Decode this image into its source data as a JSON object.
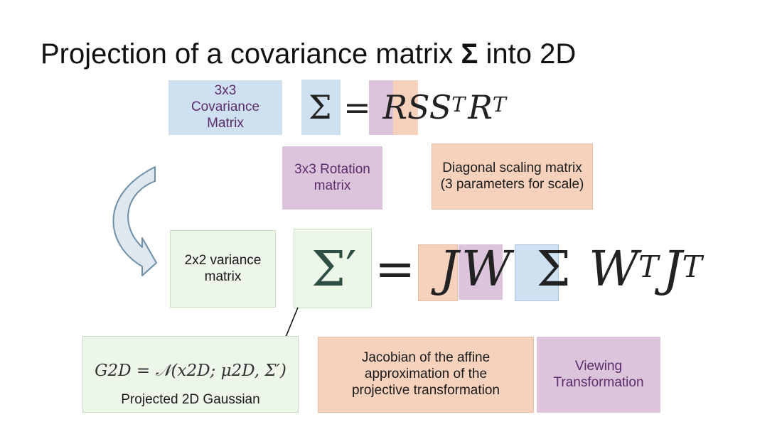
{
  "title": {
    "prefix": "Projection of a covariance matrix ",
    "symbol": "Σ",
    "suffix": " into 2D"
  },
  "labels": {
    "covariance_3x3": "3x3 Covariance Matrix",
    "rotation_3x3": "3x3 Rotation matrix",
    "diagonal_scaling": "Diagonal scaling matrix (3 parameters for scale)",
    "variance_2x2": "2x2 variance matrix",
    "projected_gaussian": "Projected 2D Gaussian",
    "jacobian": "Jacobian of the affine approximation of the projective transformation",
    "viewing": "Viewing Transformation"
  },
  "equation1": {
    "sigma": "Σ",
    "equals": "=",
    "r": "R",
    "s": "S",
    "s2": "S",
    "t": "T",
    "rt": "R"
  },
  "equation2": {
    "sigma_prime": "Σ′",
    "equals": "=",
    "j": "J",
    "w": "W",
    "sigma": "Σ",
    "wt": "W",
    "t1": "T",
    "jt": "J",
    "t2": "T"
  },
  "gaussian_formula": "G2D = 𝒩(x2D; μ2D, Σ′)",
  "colors": {
    "blue": "#cfe0f1",
    "purple": "#dcc5dc",
    "orange": "#f6d2bd",
    "green": "#ecf6e9",
    "arrow": "#6f8fa6"
  }
}
